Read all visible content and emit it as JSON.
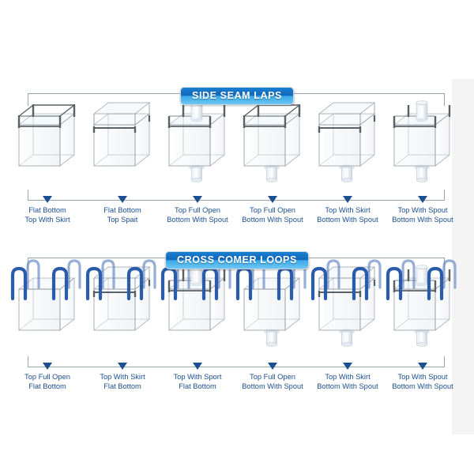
{
  "diagram": {
    "title": "FIBC Bulk Bag Types Diagram",
    "accent_blue": "#1b4f8f",
    "banner_blue": "#1267b8",
    "loop_blue": "#2a5caa",
    "line_gray": "#9aa4ad"
  },
  "sections": [
    {
      "id": "side-seam-laps",
      "banner": "SIDE SEAM LAPS",
      "items": [
        {
          "line1": "Flat Bottom",
          "line2": "Top With Skirt",
          "top": "skirt",
          "bottom": "flat",
          "loops": false
        },
        {
          "line1": "Flat Bottom",
          "line2": "Top Spait",
          "top": "closed",
          "bottom": "flat",
          "loops": false
        },
        {
          "line1": "Top Full Open",
          "line2": "Bottom With Spout",
          "top": "spout",
          "bottom": "spout",
          "loops": false
        },
        {
          "line1": "Top Full Open",
          "line2": "Bottom With Spout",
          "top": "skirt",
          "bottom": "spout",
          "loops": false
        },
        {
          "line1": "Top With Skirt",
          "line2": "Bottom With Spout",
          "top": "closed",
          "bottom": "spout",
          "loops": false
        },
        {
          "line1": "Top With Spout",
          "line2": "Bottom With Spout",
          "top": "spout",
          "bottom": "spout",
          "loops": false
        }
      ]
    },
    {
      "id": "cross-comer-loops",
      "banner": "CROSS COMER LOOPS",
      "items": [
        {
          "line1": "Top Full Open",
          "line2": "Flat Bottom",
          "top": "open",
          "bottom": "flat",
          "loops": true
        },
        {
          "line1": "Top With Skirt",
          "line2": "Flat Bottom",
          "top": "closed",
          "bottom": "flat",
          "loops": true
        },
        {
          "line1": "Top With Sport",
          "line2": "Flat Bottom",
          "top": "spout",
          "bottom": "flat",
          "loops": true
        },
        {
          "line1": "Top Full Open",
          "line2": "Bottom With Spout",
          "top": "open",
          "bottom": "spout",
          "loops": true
        },
        {
          "line1": "Top With Skirt",
          "line2": "Bottom With Spout",
          "top": "closed",
          "bottom": "spout",
          "loops": true
        },
        {
          "line1": "Top With Spout",
          "line2": "Bottom With Spout",
          "top": "spout",
          "bottom": "spout",
          "loops": true
        }
      ]
    }
  ]
}
